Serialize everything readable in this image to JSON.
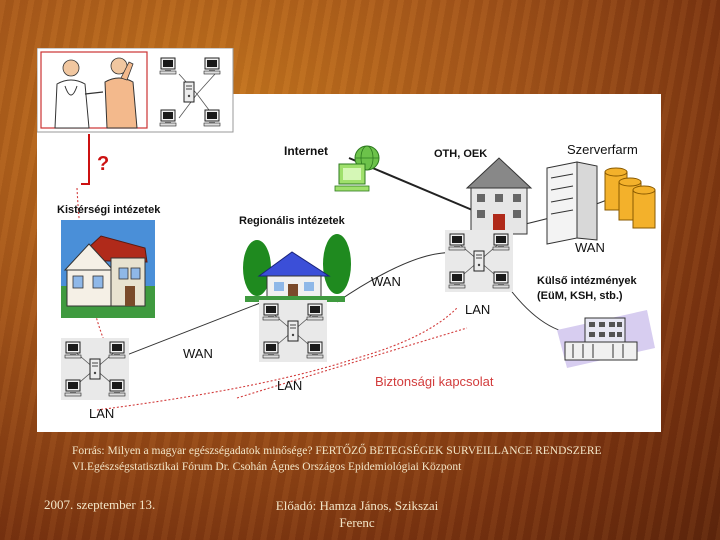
{
  "diagram": {
    "internet_label": "Internet",
    "question_mark": "?",
    "oth_label": "OTH, OEK",
    "server_label": "Szerverfarm",
    "kisterseg_label": "Kistérségi intézetek",
    "regionalis_label": "Regionális intézetek",
    "kulso_line1": "Külső intézmények",
    "kulso_line2": "(EüM, KSH, stb.)",
    "wan_labels": [
      "WAN",
      "WAN",
      "WAN"
    ],
    "lan_labels": [
      "LAN",
      "LAN",
      "LAN"
    ],
    "secure_label": "Biztonsági kapcsolat",
    "colors": {
      "secure_line": "#d23c3c",
      "wan_line": "#333333",
      "question": "#cc1111",
      "sky": "#4a8fd8",
      "roof_red": "#b02a1a"
    }
  },
  "caption": {
    "line1": "Forrás: Milyen a magyar egészségadatok minősége? FERTŐZŐ BETEGSÉGEK SURVEILLANCE RENDSZERE",
    "line2": "VI.Egészségstatisztikai Fórum Dr. Csohán Ágnes Országos Epidemiológiai Központ"
  },
  "footer": {
    "date": "2007. szeptember 13.",
    "presenter_line1": "Előadó: Hamza János, Szikszai",
    "presenter_line2": "Ferenc"
  }
}
